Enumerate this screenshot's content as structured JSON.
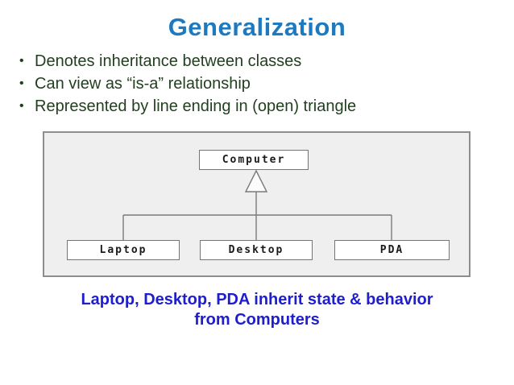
{
  "slide": {
    "title": "Generalization",
    "title_color": "#1e7ac0",
    "bullet_glyph": "•",
    "bullet_color": "#22401f",
    "bullets": [
      "Denotes inheritance between classes",
      "Can view as “is-a” relationship",
      "Represented by line ending in (open) triangle"
    ],
    "diagram": {
      "panel_bg": "#efefef",
      "line_color": "#7a7a7a",
      "relationship": "generalization-open-triangle",
      "parent_class": "Computer",
      "child_classes": [
        "Laptop",
        "Desktop",
        "PDA"
      ]
    },
    "caption": {
      "line1": "Laptop, Desktop, PDA inherit state & behavior",
      "line2": "from Computers",
      "color": "#1e1ecd"
    }
  }
}
